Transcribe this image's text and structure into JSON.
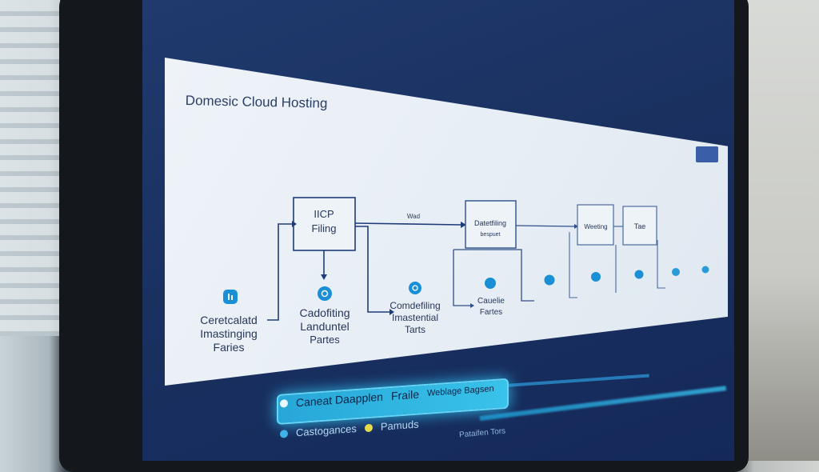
{
  "panel": {
    "title": "Domesic Cloud Hosting"
  },
  "diagram": {
    "icp_box_line1": "IICP",
    "icp_box_line2": "Filing",
    "left_node_lines": [
      "Ceretcalatd",
      "Imastinging",
      "Faries"
    ],
    "center_node_lines": [
      "Cadofiting",
      "Landuntel",
      "Partes"
    ],
    "right_node_lines": [
      "Comdefiling",
      "Imastential",
      "Tarts"
    ],
    "arrow_label": "Wad",
    "mid_box_line1": "Datetfiling",
    "mid_box_line2": "bespuet",
    "step_box_a": "Weeting",
    "step_box_b": "Tae",
    "small_node_lines": [
      "Cauelie",
      "Fartes"
    ]
  },
  "tabs": {
    "active_label": "Caneat Daapplen",
    "second_label": "Fraile",
    "third_label": "Weblage Bagsen",
    "row2_label_a": "Castogances",
    "row2_label_b": "Pamuds",
    "footer_label": "Pataifen Tors"
  },
  "colors": {
    "accent": "#2fb6e6",
    "node": "#1a8fd6",
    "line": "#1d3c78"
  }
}
